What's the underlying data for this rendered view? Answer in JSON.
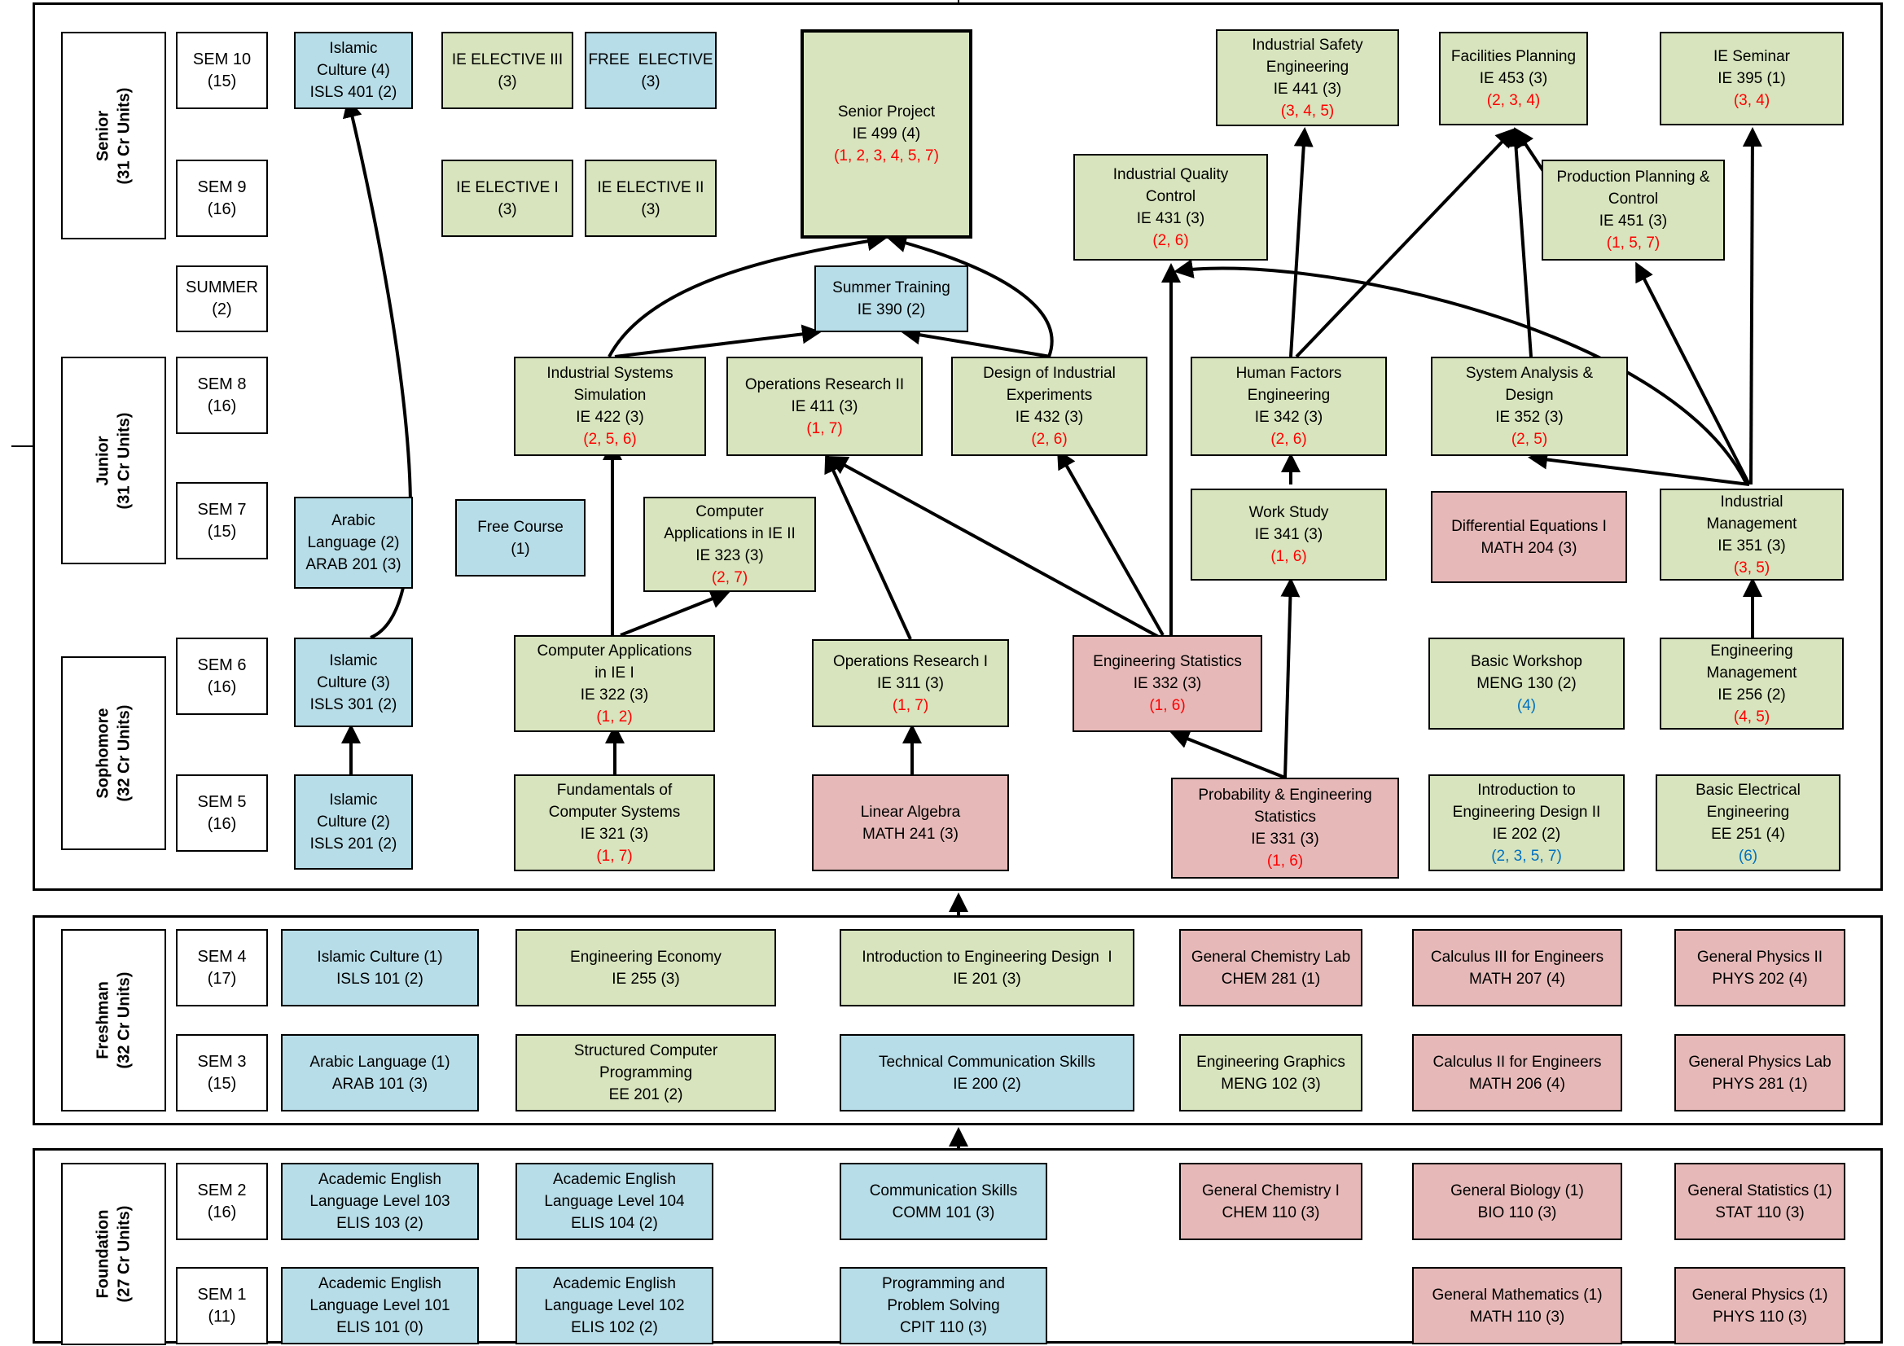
{
  "colors": {
    "humanities": "#b7dde8",
    "major": "#d7e4bd",
    "science": "#e6b9b8",
    "note_red": "#ff0000",
    "note_blue": "#0070c0"
  },
  "years": {
    "senior": "Senior\n(31 Cr Units)",
    "junior": "Junior\n(31 Cr Units)",
    "sophomore": "Sophomore\n(32 Cr Units)",
    "freshman": "Freshman\n(32 Cr Units)",
    "foundation": "Foundation\n(27 Cr Units)"
  },
  "semesters": {
    "s10": "SEM 10\n(15)",
    "s9": "SEM 9\n(16)",
    "summer": "SUMMER\n(2)",
    "s8": "SEM 8\n(16)",
    "s7": "SEM 7\n(15)",
    "s6": "SEM 6\n(16)",
    "s5": "SEM 5\n(16)",
    "s4": "SEM 4\n(17)",
    "s3": "SEM 3\n(15)",
    "s2": "SEM 2\n(16)",
    "s1": "SEM 1\n(11)"
  },
  "courses": {
    "isls401": {
      "title": "Islamic\nCulture (4)\nISLS 401 (2)",
      "note": ""
    },
    "ieelec3": {
      "title": "IE ELECTIVE III\n(3)",
      "note": ""
    },
    "freeelec": {
      "title": "FREE  ELECTIVE\n(3)",
      "note": ""
    },
    "ie499": {
      "title": "Senior Project\nIE 499 (4)",
      "note": "(1, 2, 3, 4, 5, 7)"
    },
    "ie441": {
      "title": "Industrial Safety\nEngineering\nIE 441 (3)",
      "note": "(3, 4, 5)"
    },
    "ie453": {
      "title": "Facilities Planning\nIE 453 (3)",
      "note": "(2, 3, 4)"
    },
    "ie395": {
      "title": "IE Seminar\nIE 395 (1)",
      "note": "(3, 4)"
    },
    "ieelec1": {
      "title": "IE ELECTIVE I\n(3)",
      "note": ""
    },
    "ieelec2": {
      "title": "IE ELECTIVE II\n(3)",
      "note": ""
    },
    "ie431": {
      "title": "Industrial Quality\nControl\nIE 431 (3)",
      "note": "(2, 6)"
    },
    "ie451": {
      "title": "Production Planning &\nControl\nIE 451 (3)",
      "note": "(1, 5, 7)"
    },
    "ie390": {
      "title": "Summer Training\nIE 390 (2)",
      "note": ""
    },
    "ie422": {
      "title": "Industrial Systems\nSimulation\nIE 422 (3)",
      "note": "(2, 5, 6)"
    },
    "ie411": {
      "title": "Operations Research II\nIE 411 (3)",
      "note": "(1, 7)"
    },
    "ie432": {
      "title": "Design of Industrial\nExperiments\nIE 432 (3)",
      "note": "(2, 6)"
    },
    "ie342": {
      "title": "Human Factors\nEngineering\nIE 342 (3)",
      "note": "(2, 6)"
    },
    "ie352": {
      "title": "System Analysis &\nDesign\nIE 352 (3)",
      "note": "(2, 5)"
    },
    "arab201": {
      "title": "Arabic\nLanguage (2)\nARAB 201 (3)",
      "note": ""
    },
    "freecourse": {
      "title": "Free Course\n(1)",
      "note": ""
    },
    "ie323": {
      "title": "Computer\nApplications in IE II\nIE 323 (3)",
      "note": "(2, 7)"
    },
    "ie341": {
      "title": "Work Study\nIE 341 (3)",
      "note": "(1, 6)"
    },
    "math204": {
      "title": "Differential Equations I\nMATH 204 (3)",
      "note": ""
    },
    "ie351": {
      "title": "Industrial\nManagement\nIE 351 (3)",
      "note": "(3, 5)"
    },
    "isls301": {
      "title": "Islamic\nCulture (3)\nISLS 301 (2)",
      "note": ""
    },
    "ie322": {
      "title": "Computer Applications\nin IE I\nIE 322 (3)",
      "note": "(1, 2)"
    },
    "ie311": {
      "title": "Operations Research I\nIE 311 (3)",
      "note": "(1, 7)"
    },
    "ie332": {
      "title": "Engineering Statistics\nIE 332 (3)",
      "note": "(1, 6)"
    },
    "meng130": {
      "title": "Basic Workshop\nMENG 130 (2)",
      "note": "(4)"
    },
    "ie256": {
      "title": "Engineering\nManagement\nIE 256 (2)",
      "note": "(4, 5)"
    },
    "isls201": {
      "title": "Islamic\nCulture (2)\nISLS 201 (2)",
      "note": ""
    },
    "ie321": {
      "title": "Fundamentals of\nComputer Systems\nIE 321 (3)",
      "note": "(1, 7)"
    },
    "math241": {
      "title": "Linear Algebra\nMATH 241 (3)",
      "note": ""
    },
    "ie331": {
      "title": "Probability & Engineering\nStatistics\nIE 331 (3)",
      "note": "(1, 6)"
    },
    "ie202": {
      "title": "Introduction to\nEngineering Design II\nIE 202 (2)",
      "note": "(2, 3, 5, 7)"
    },
    "ee251": {
      "title": "Basic Electrical\nEngineering\nEE 251 (4)",
      "note": "(6)"
    },
    "isls101": {
      "title": "Islamic Culture (1)\nISLS 101 (2)",
      "note": ""
    },
    "ie255": {
      "title": "Engineering Economy\nIE 255 (3)",
      "note": ""
    },
    "ie201": {
      "title": "Introduction to Engineering Design  I\nIE 201 (3)",
      "note": ""
    },
    "chem281": {
      "title": "General Chemistry Lab\nCHEM 281 (1)",
      "note": ""
    },
    "math207": {
      "title": "Calculus III for Engineers\nMATH 207 (4)",
      "note": ""
    },
    "phys202": {
      "title": "General Physics II\nPHYS 202 (4)",
      "note": ""
    },
    "arab101": {
      "title": "Arabic Language (1)\nARAB 101 (3)",
      "note": ""
    },
    "ee201": {
      "title": "Structured Computer\nProgramming\nEE 201 (2)",
      "note": ""
    },
    "ie200": {
      "title": "Technical Communication Skills\nIE 200 (2)",
      "note": ""
    },
    "meng102": {
      "title": "Engineering Graphics\nMENG 102 (3)",
      "note": ""
    },
    "math206": {
      "title": "Calculus II for Engineers\nMATH 206 (4)",
      "note": ""
    },
    "phys281": {
      "title": "General Physics Lab\nPHYS 281 (1)",
      "note": ""
    },
    "elis103": {
      "title": "Academic English\nLanguage Level 103\nELIS 103 (2)",
      "note": ""
    },
    "elis104": {
      "title": "Academic English\nLanguage Level 104\nELIS 104 (2)",
      "note": ""
    },
    "comm101": {
      "title": "Communication Skills\nCOMM 101 (3)",
      "note": ""
    },
    "chem110": {
      "title": "General Chemistry I\nCHEM 110 (3)",
      "note": ""
    },
    "bio110": {
      "title": "General Biology (1)\nBIO 110 (3)",
      "note": ""
    },
    "stat110": {
      "title": "General Statistics (1)\nSTAT 110 (3)",
      "note": ""
    },
    "elis101": {
      "title": "Academic English\nLanguage Level 101\nELIS 101 (0)",
      "note": ""
    },
    "elis102": {
      "title": "Academic English\nLanguage Level 102\nELIS 102 (2)",
      "note": ""
    },
    "cpit110": {
      "title": "Programming and\nProblem Solving\nCPIT 110 (3)",
      "note": ""
    },
    "math110": {
      "title": "General Mathematics (1)\nMATH 110 (3)",
      "note": ""
    },
    "phys110": {
      "title": "General Physics (1)\nPHYS 110 (3)",
      "note": ""
    }
  }
}
